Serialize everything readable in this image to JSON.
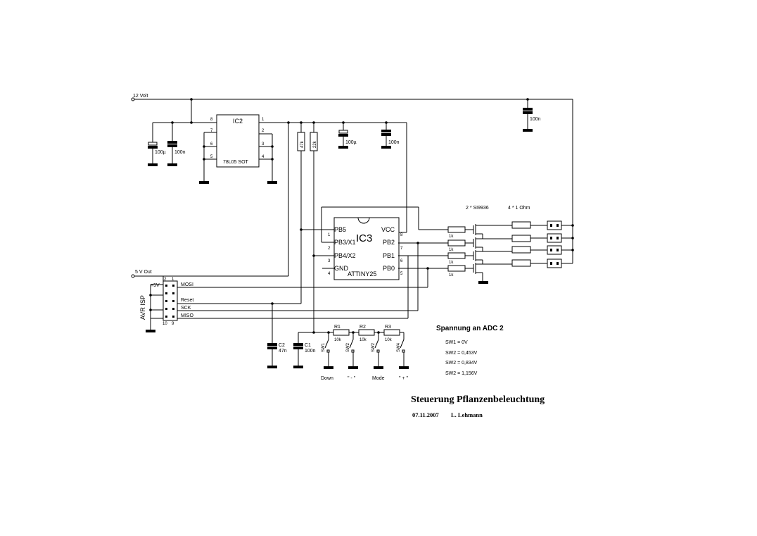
{
  "power": {
    "v12": "12 Volt",
    "v5": "5 V Out"
  },
  "ic2": {
    "name": "IC2",
    "part": "78L05 SOT",
    "pins": {
      "p1": "1",
      "p2": "2",
      "p3": "3",
      "p4": "4",
      "p5": "5",
      "p6": "6",
      "p7": "7",
      "p8": "8"
    }
  },
  "ic3": {
    "name": "IC3",
    "part": "ATTINY25",
    "left": [
      "PB5",
      "PB3/X1",
      "PB4/X2",
      "GND"
    ],
    "right": [
      "VCC",
      "PB2",
      "PB1",
      "PB0"
    ],
    "lpins": [
      "1",
      "2",
      "3",
      "4"
    ],
    "rpins": [
      "8",
      "7",
      "6",
      "5"
    ]
  },
  "caps": {
    "c100u_a": "100µ",
    "c100n_a": "100n",
    "c100u_b": "100µ",
    "c100n_b": "100n",
    "c100n_top": "100n",
    "c2": "C2",
    "c2v": "47n",
    "c1": "C1",
    "c1v": "100n"
  },
  "resistors": {
    "r47k": "47k",
    "r22k": "22k",
    "r1": "R1",
    "r2": "R2",
    "r3": "R3",
    "rv": "10k",
    "gate": "1k"
  },
  "mosfet_label": "2 * SI9936",
  "load_label": "4 * 1 Ohm",
  "isp": {
    "title": "AVR ISP",
    "p5v": "+5V",
    "mosi": "MOSI",
    "reset": "Reset",
    "sck": "SCK",
    "miso": "MISO",
    "pin2": "2",
    "pin1": "1",
    "pin10": "10",
    "pin9": "9"
  },
  "switches": {
    "sw1": "SW1",
    "sw2": "SW2",
    "sw3": "SW2",
    "sw4": "SW4",
    "l1": "Down",
    "l2": "\" - \"",
    "l3": "Mode",
    "l4": "\" + \""
  },
  "adc": {
    "title": "Spannung an ADC 2",
    "rows": [
      "SW1 = 0V",
      "SW2 = 0,453V",
      "SW2 = 0,834V",
      "SW2 = 1,156V"
    ]
  },
  "footer": {
    "title": "Steuerung Pflanzenbeleuchtung",
    "date": "07.11.2007",
    "author": "L. Lehmann"
  }
}
